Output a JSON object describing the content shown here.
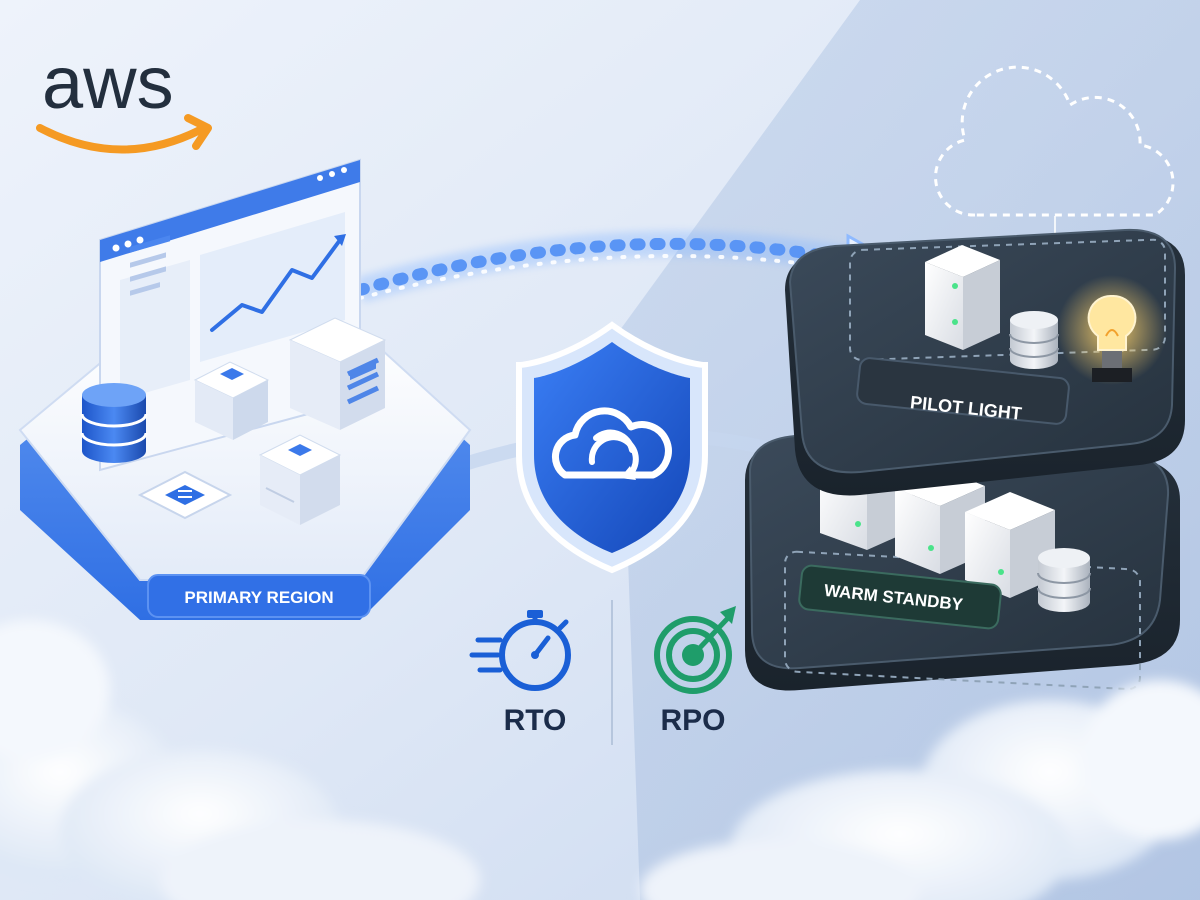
{
  "brand": {
    "logo_text": "aws",
    "smile_color": "#f59a23",
    "text_color": "#232f3e"
  },
  "regions": {
    "primary": {
      "label": "PRIMARY REGION"
    },
    "pilot_light": {
      "label": "PILOT LIGHT"
    },
    "warm_standby": {
      "label": "WARM STANDBY"
    }
  },
  "metrics": {
    "rto": {
      "label": "RTO",
      "icon": "stopwatch-icon",
      "color": "#1a5fd6"
    },
    "rpo": {
      "label": "RPO",
      "icon": "target-icon",
      "color": "#1f9d6a"
    }
  },
  "center": {
    "icon": "shield-cloud-sync-icon"
  },
  "colors": {
    "accent_blue": "#2f6fe4",
    "dark_platform": "#2c3a48",
    "bulb_glow": "#ffd36b"
  }
}
